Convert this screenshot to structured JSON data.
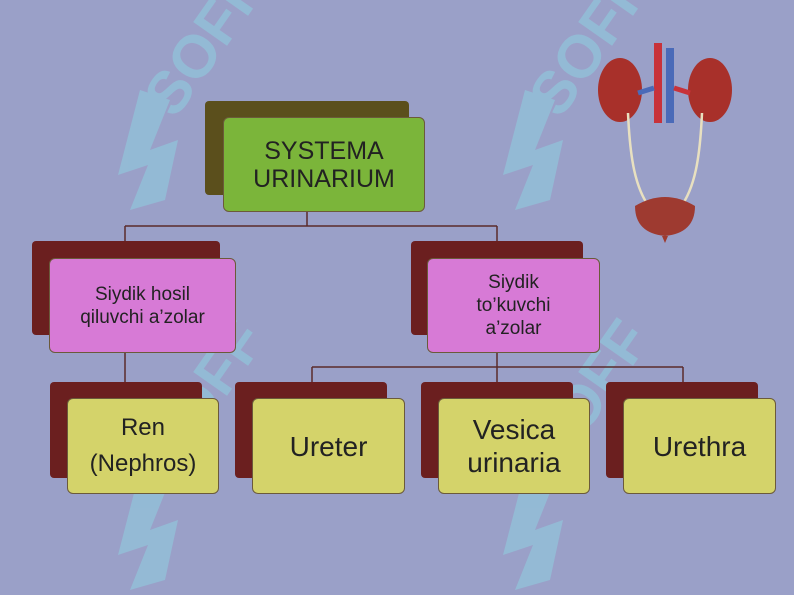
{
  "diagram": {
    "title": "SYSTEMA\nURINARIUM",
    "branches": [
      {
        "label": "Siydik hosil\nqiluvchi a’zolar",
        "children": [
          "Ren\n(Nephros)"
        ]
      },
      {
        "label": "Siydik\nto’kuvchi\na’zolar",
        "children": [
          "Ureter",
          "Vesica\nurinaria",
          "Urethra"
        ]
      }
    ]
  },
  "watermark": "SOFF",
  "colors": {
    "background": "#9aa0c8",
    "root_fill": "#7bb53a",
    "root_shadow": "#5b4f1c",
    "mid_fill": "#d77ad6",
    "leaf_fill": "#d4d36a",
    "box_shadow": "#6b1f1f",
    "watermark": "#8fd0e0"
  },
  "icons": [
    "kidneys-bladder-illustration"
  ]
}
